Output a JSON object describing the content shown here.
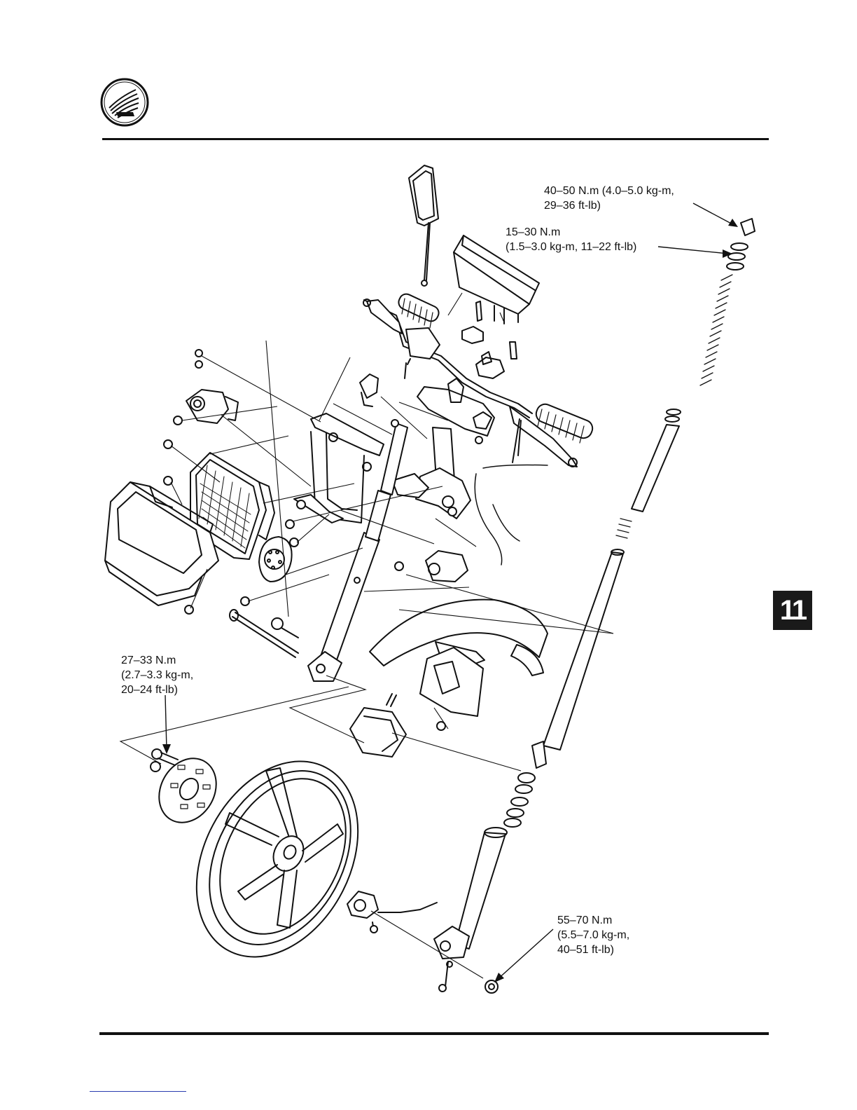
{
  "page": {
    "section_number": "11",
    "logo": {
      "icon": "honda-wing-emblem-icon"
    }
  },
  "torque_specs": [
    {
      "id": "handlebar-bolt",
      "text": "40–50 N.m (4.0–5.0 kg-m,\n29–36 ft-lb)"
    },
    {
      "id": "fork-cap",
      "text": "15–30 N.m\n(1.5–3.0 kg-m, 11–22 ft-lb)"
    },
    {
      "id": "axle-pinch",
      "text": "27–33 N.m\n(2.7–3.3 kg-m,\n20–24 ft-lb)"
    },
    {
      "id": "axle-nut",
      "text": "55–70 N.m\n(5.5–7.0 kg-m,\n40–51 ft-lb)"
    }
  ]
}
